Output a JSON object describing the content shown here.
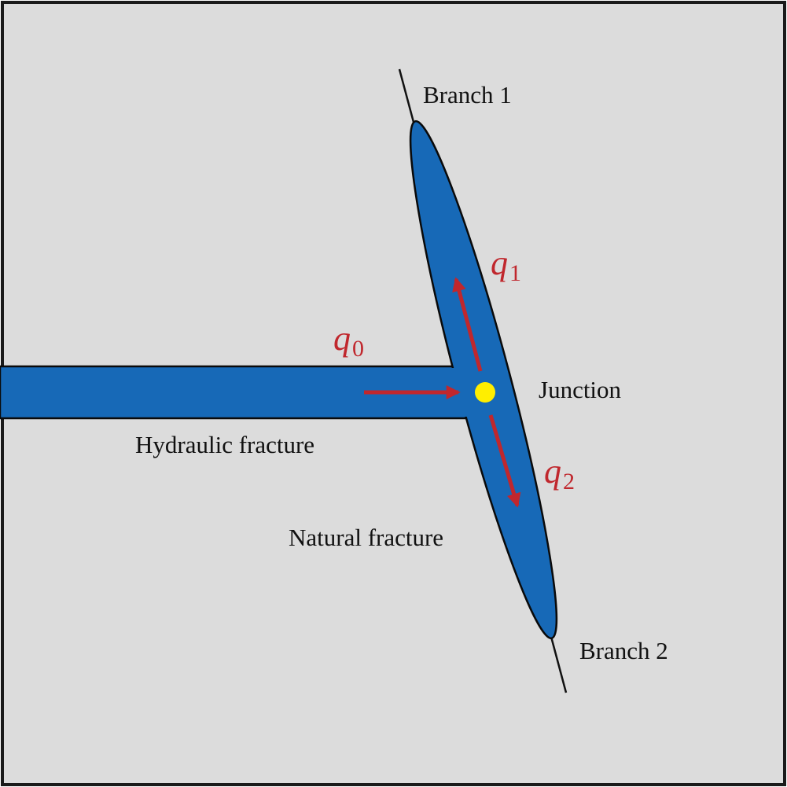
{
  "labels": {
    "branch1": "Branch 1",
    "branch2": "Branch 2",
    "junction": "Junction",
    "hydraulic_fracture": "Hydraulic fracture",
    "natural_fracture": "Natural fracture"
  },
  "flows": {
    "q0": {
      "symbol": "q",
      "subscript": "0"
    },
    "q1": {
      "symbol": "q",
      "subscript": "1"
    },
    "q2": {
      "symbol": "q",
      "subscript": "2"
    }
  },
  "colors": {
    "background": "#dcdcdc",
    "frame": "#1a1a1a",
    "fracture_fill": "#1769b7",
    "fracture_outline": "#0a0a0a",
    "arrow": "#c0272d",
    "flow_label": "#c0272d",
    "junction": "#ffee00",
    "text": "#111111"
  }
}
